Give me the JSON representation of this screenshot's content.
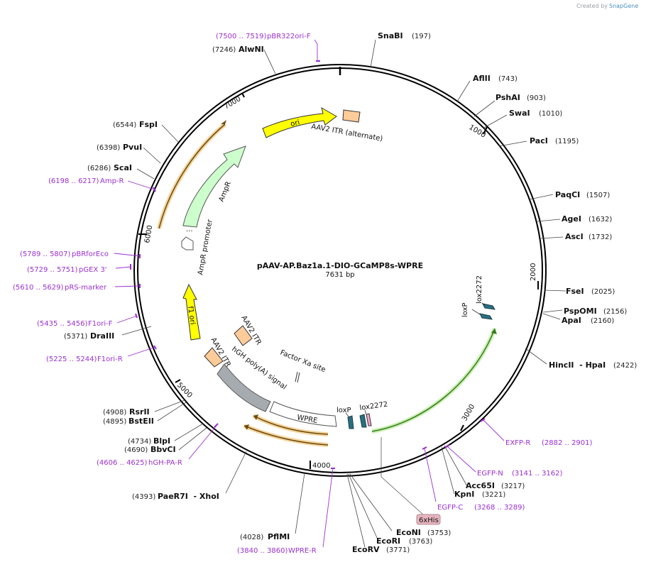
{
  "credit": {
    "prefix": "Created by",
    "brand": "SnapGene"
  },
  "map": {
    "title": "pAAV-AP.Baz1a.1-DIO-GCaMP8s-WPRE",
    "length_label": "7631 bp",
    "total_bp": 7631,
    "ticks": [
      "1000",
      "2000",
      "3000",
      "4000",
      "5000",
      "6000",
      "7000"
    ],
    "colors": {
      "ori": "#ffff00",
      "itr": "#ffcc99",
      "ampr": "#ccffcc",
      "polyA": "#a6abb0",
      "lox": "#2a6f80",
      "egfp": "#4a8a2a",
      "primer": "#9b30d0",
      "orf_orange": "#d9902a"
    }
  },
  "enzymes": [
    {
      "name": "SnaBI",
      "pos": "(197)"
    },
    {
      "name": "AflII",
      "pos": "(743)"
    },
    {
      "name": "PshAI",
      "pos": "(903)"
    },
    {
      "name": "SwaI",
      "pos": "(1010)"
    },
    {
      "name": "PacI",
      "pos": "(1195)"
    },
    {
      "name": "PaqCI",
      "pos": "(1507)"
    },
    {
      "name": "AgeI",
      "pos": "(1632)"
    },
    {
      "name": "AscI",
      "pos": "(1732)"
    },
    {
      "name": "FseI",
      "pos": "(2025)"
    },
    {
      "name": "PspOMI",
      "pos": "(2156)"
    },
    {
      "name": "ApaI",
      "pos": "(2160)"
    },
    {
      "name": "HincII  - HpaI",
      "pos": "(2422)"
    },
    {
      "name": "Acc65I",
      "pos": "(3217)"
    },
    {
      "name": "KpnI",
      "pos": "(3221)"
    },
    {
      "name": "EcoNI",
      "pos": "(3753)"
    },
    {
      "name": "EcoRI",
      "pos": "(3763)"
    },
    {
      "name": "EcoRV",
      "pos": "(3771)"
    },
    {
      "name": "PflMI",
      "pos": "(4028)"
    },
    {
      "name": "PaeR7I  - XhoI",
      "pos": "(4393)"
    },
    {
      "name": "BbvCI",
      "pos": "(4690)"
    },
    {
      "name": "BlpI",
      "pos": "(4734)"
    },
    {
      "name": "BstEII",
      "pos": "(4895)"
    },
    {
      "name": "RsrII",
      "pos": "(4908)"
    },
    {
      "name": "DraIII",
      "pos": "(5371)"
    },
    {
      "name": "ScaI",
      "pos": "(6286)"
    },
    {
      "name": "PvuI",
      "pos": "(6398)"
    },
    {
      "name": "FspI",
      "pos": "(6544)"
    },
    {
      "name": "AlwNI",
      "pos": "(7246)"
    }
  ],
  "primers": [
    {
      "range": "(7500 .. 7519)",
      "name": "pBR322ori-F"
    },
    {
      "range": "(2882 .. 2901)",
      "name": "EXFP-R"
    },
    {
      "range": "(3141 .. 3162)",
      "name": "EGFP-N"
    },
    {
      "range": "(3268 .. 3289)",
      "name": "EGFP-C"
    },
    {
      "range": "(3840 .. 3860)",
      "name": "WPRE-R"
    },
    {
      "range": "(4606 .. 4625)",
      "name": "hGH-PA-R"
    },
    {
      "range": "(5225 .. 5244)",
      "name": "F1ori-R"
    },
    {
      "range": "(5435 .. 5456)",
      "name": "F1ori-F"
    },
    {
      "range": "(5610 .. 5629)",
      "name": "pRS-marker"
    },
    {
      "range": "(5729 .. 5751)",
      "name": "pGEX 3'"
    },
    {
      "range": "(5789 .. 5807)",
      "name": "pBRforEco"
    },
    {
      "range": "(6198 .. 6217)",
      "name": "Amp-R"
    }
  ],
  "features": {
    "ori": "ori",
    "itr_alt": "AAV2 ITR (alternate)",
    "ampr": "AmpR",
    "ampr_promoter": "AmpR promoter",
    "ampr_dots": "...",
    "f1ori": "f1 ori",
    "itr1": "AAV2 ITR",
    "itr2": "AAV2 ITR",
    "hgh": "hGH poly(A) signal",
    "factor_xa": "Factor Xa site",
    "wpre": "WPRE",
    "loxp_bottom": "loxP",
    "lox2272_bottom": "lox2272",
    "loxp_right": "loxP",
    "lox2272_right": "lox2272",
    "his": "6xHis"
  }
}
